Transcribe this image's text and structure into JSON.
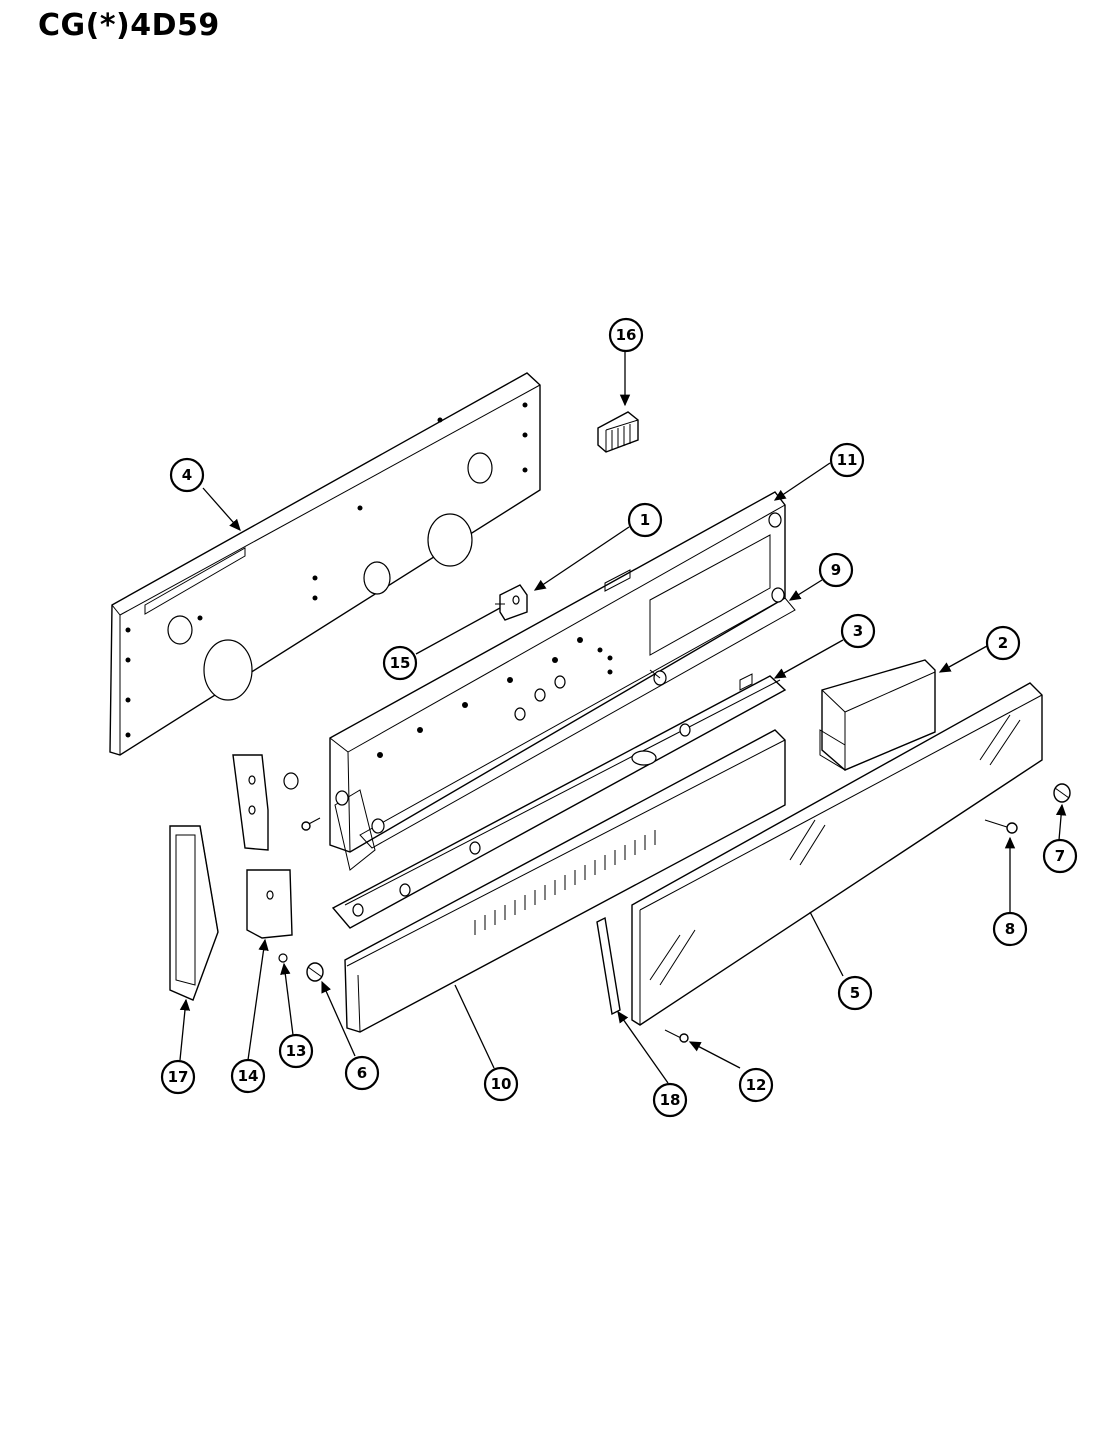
{
  "model_title": "CG(*)4D59",
  "callouts": [
    {
      "id": "1",
      "label": "1"
    },
    {
      "id": "2",
      "label": "2"
    },
    {
      "id": "3",
      "label": "3"
    },
    {
      "id": "4",
      "label": "4"
    },
    {
      "id": "5",
      "label": "5"
    },
    {
      "id": "6",
      "label": "6"
    },
    {
      "id": "7",
      "label": "7"
    },
    {
      "id": "8",
      "label": "8"
    },
    {
      "id": "9",
      "label": "9"
    },
    {
      "id": "10",
      "label": "10"
    },
    {
      "id": "11",
      "label": "11"
    },
    {
      "id": "12",
      "label": "12"
    },
    {
      "id": "13",
      "label": "13"
    },
    {
      "id": "14",
      "label": "14"
    },
    {
      "id": "15",
      "label": "15"
    },
    {
      "id": "16",
      "label": "16"
    },
    {
      "id": "17",
      "label": "17"
    },
    {
      "id": "18",
      "label": "18"
    }
  ]
}
